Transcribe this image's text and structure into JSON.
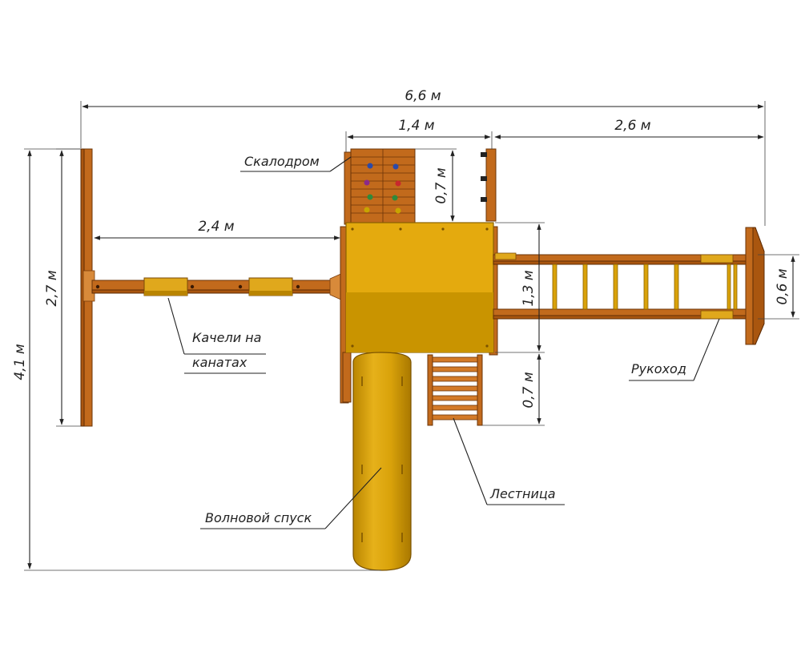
{
  "colors": {
    "wood": "#c26a1c",
    "wood_dark": "#a9560f",
    "deck_yellow": "#e4aa0e",
    "deck_shadow": "#c99400",
    "slide_yellow": "#d9a20a",
    "line": "#222222"
  },
  "dimensions": {
    "total_width": "6,6 м",
    "tower_width": "1,4 м",
    "monkey_bars_length": "2,6 м",
    "swing_beam_length": "2,4 м",
    "swing_frame_width": "2,7 м",
    "total_depth": "4,1 м",
    "climbing_wall_depth": "0,7 м",
    "deck_depth": "1,3 м",
    "ladder_depth": "0,7 м",
    "monkey_bars_width": "0,6 м"
  },
  "labels": {
    "climbing_wall": "Скалодром",
    "swings": [
      "Качели на",
      "канатах"
    ],
    "monkey_bars": "Рукоход",
    "ladder": "Лестница",
    "wave_slide": "Волновой спуск"
  }
}
